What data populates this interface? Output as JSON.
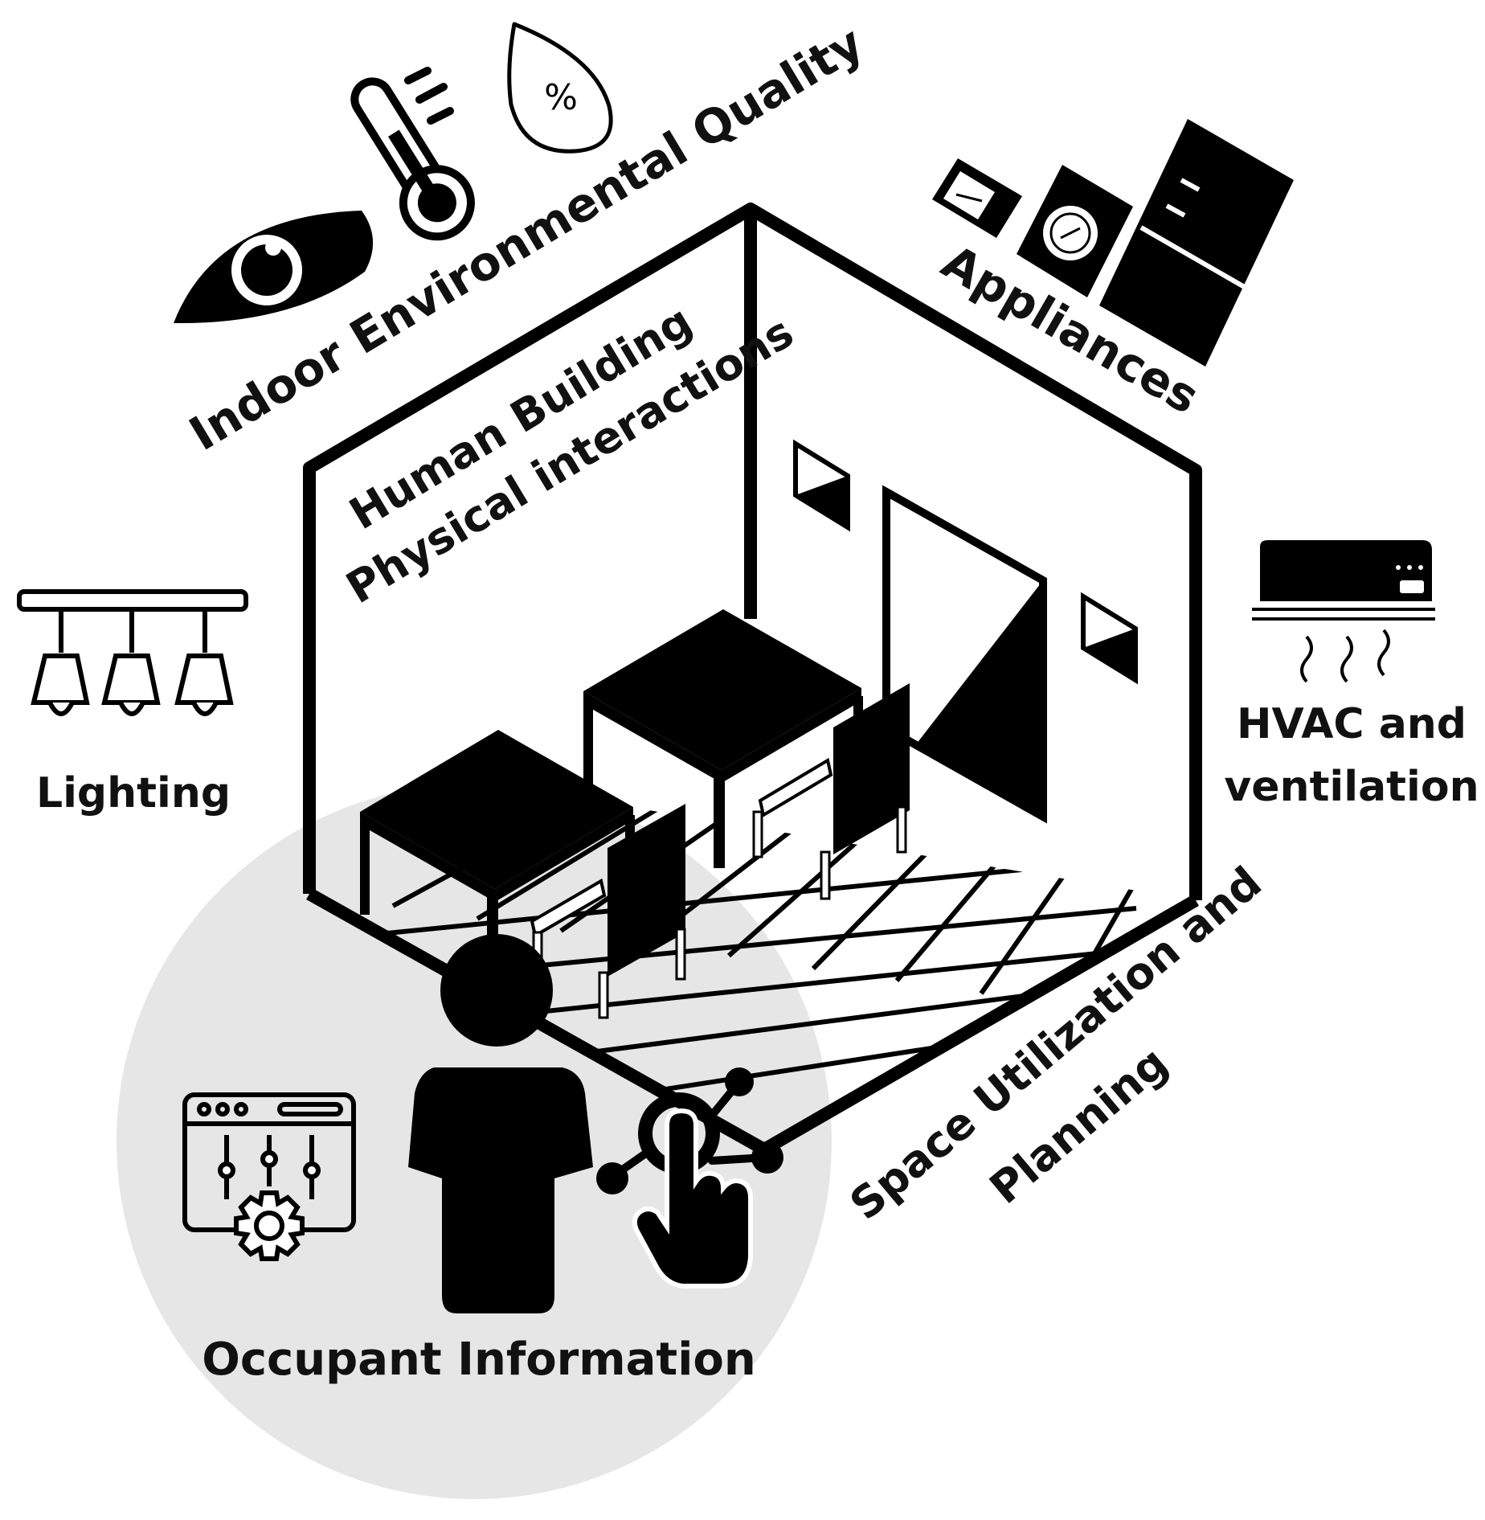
{
  "labels": {
    "ieq": "Indoor Environmental Quality",
    "appliances": "Appliances",
    "hbpi_line1": "Human Building",
    "hbpi_line2": "Physical interactions",
    "lighting": "Lighting",
    "hvac_line1": "HVAC and",
    "hvac_line2": "ventilation",
    "space_line1": "Space Utilization and",
    "space_line2": "Planning",
    "occupant": "Occupant Information"
  },
  "icons": {
    "humidity": "%"
  },
  "colors": {
    "ink": "#000000",
    "background": "#ffffff",
    "occupant_zone": "#e6e6e6"
  }
}
